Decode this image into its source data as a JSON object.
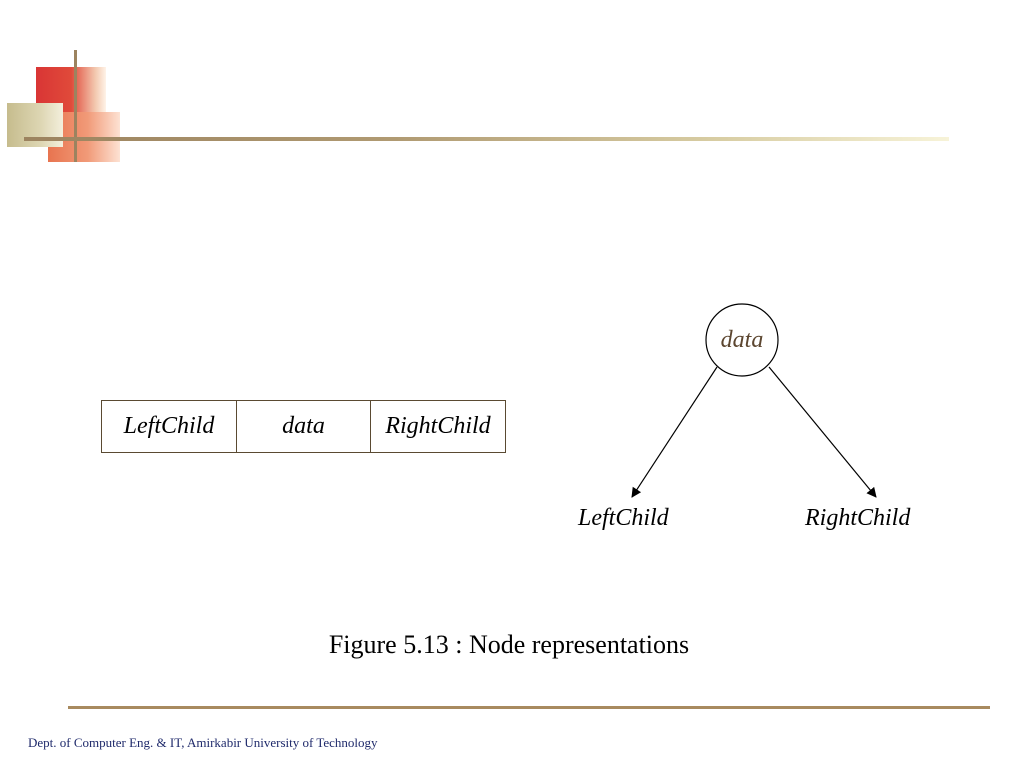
{
  "array_node": {
    "fields": [
      "LeftChild",
      "data",
      "RightChild"
    ]
  },
  "tree_node": {
    "root": "data",
    "left": "LeftChild",
    "right": "RightChild"
  },
  "caption": "Figure 5.13 : Node representations",
  "footer": "Dept. of Computer Eng. & IT, Amirkabir University of Technology"
}
